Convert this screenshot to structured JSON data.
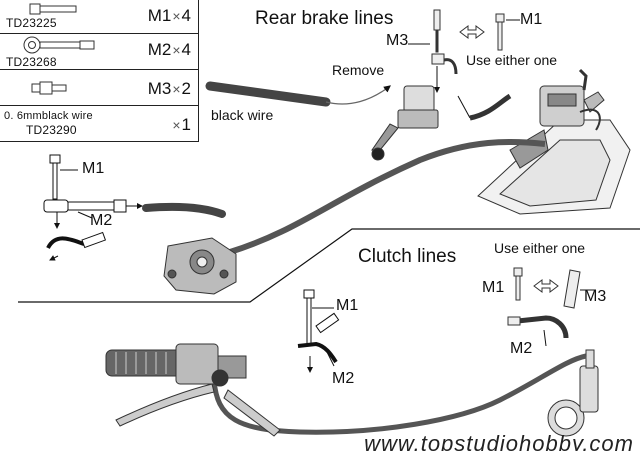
{
  "parts": [
    {
      "code": "TD23225",
      "model": "M1",
      "qty": "4",
      "icon": "banjo-bolt-icon"
    },
    {
      "code": "TD23268",
      "model": "M2",
      "qty": "4",
      "icon": "banjo-fitting-icon"
    },
    {
      "code": "",
      "model": "M3",
      "qty": "2",
      "icon": "straight-adapter-icon"
    },
    {
      "code_line1": "0. 6mmblack wire",
      "code_line2": "TD23290",
      "model": "",
      "qty": "1"
    }
  ],
  "times_symbol": "×",
  "rear_brake": {
    "title": "Rear brake lines",
    "m3": "M3",
    "m1": "M1",
    "remove": "Remove",
    "use_either": "Use either one",
    "black_wire": "black wire"
  },
  "caliper_callouts": {
    "m1": "M1",
    "m2": "M2"
  },
  "clutch": {
    "title": "Clutch lines",
    "use_either": "Use either one",
    "m1": "M1",
    "m3": "M3",
    "m2": "M2"
  },
  "lever_callouts": {
    "m1": "M1",
    "m2": "M2"
  },
  "website": "www.topstudiohobby.com"
}
